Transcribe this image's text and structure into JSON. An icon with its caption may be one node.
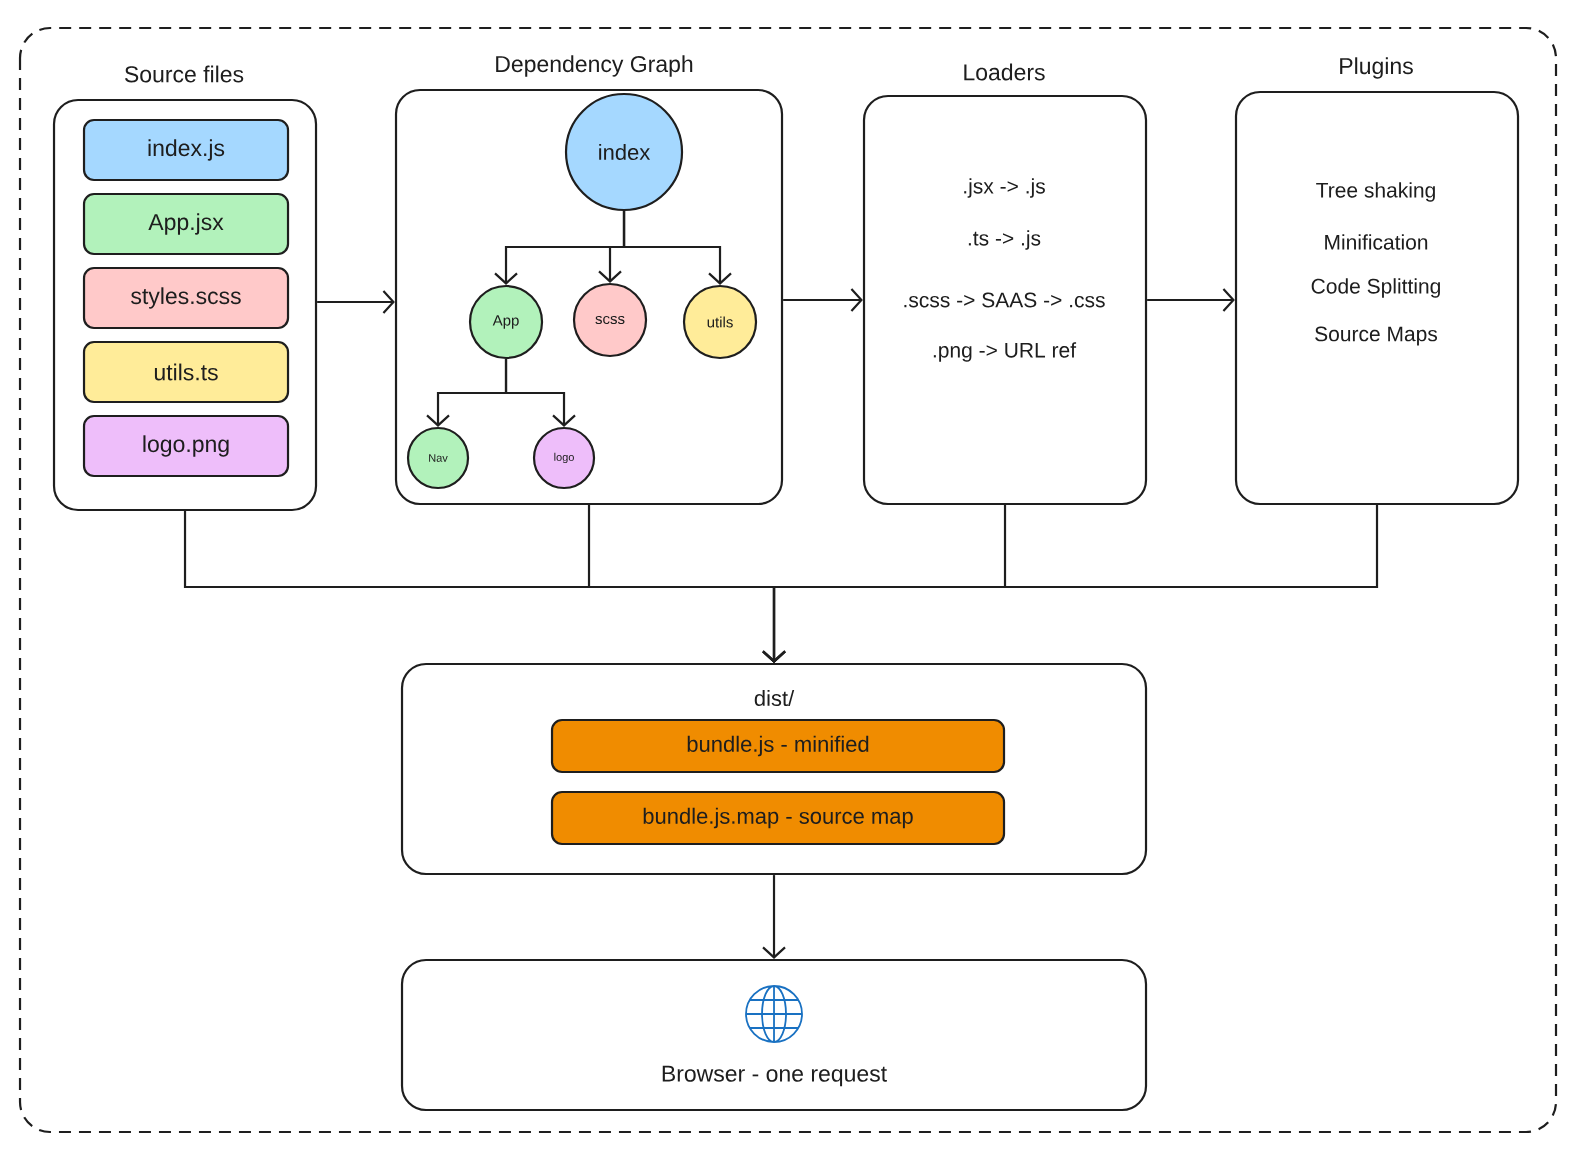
{
  "diagram": {
    "nodes": [
      {
        "text": [
          "Source files"
        ]
      },
      {
        "text": [
          "index.js"
        ],
        "in": 0
      },
      {
        "text": [
          "App.jsx"
        ],
        "in": 0
      },
      {
        "text": [
          "styles.scss"
        ],
        "in": 0
      },
      {
        "text": [
          "utils.ts"
        ],
        "in": 0
      },
      {
        "text": [
          "logo.png"
        ],
        "in": 0
      },
      {
        "text": [
          "Dependency Graph"
        ]
      },
      {
        "text": [
          "index"
        ],
        "in": 6
      },
      {
        "text": [
          "App"
        ],
        "in": 6
      },
      {
        "text": [
          "scss"
        ],
        "in": 6
      },
      {
        "text": [
          "utils"
        ],
        "in": 6
      },
      {
        "text": [
          "Nav"
        ],
        "in": 6
      },
      {
        "text": [
          "logo"
        ],
        "in": 6
      },
      {
        "text": [
          "Loaders",
          ".jsx -> .js",
          ".ts -> .js",
          ".scss -> SAAS -> .css",
          ".png -> URL ref"
        ]
      },
      {
        "text": [
          "Plugins",
          "Tree shaking",
          "Minification",
          "Code Splitting",
          "Source Maps"
        ]
      },
      {
        "text": [
          "dist/"
        ]
      },
      {
        "text": [
          "bundle.js - minified"
        ],
        "in": 15
      },
      {
        "text": [
          "bundle.js.map - source map"
        ],
        "in": 15
      },
      {
        "text": [
          "Browser - one request"
        ]
      }
    ],
    "edges": [
      {
        "from": 0,
        "to": 6,
        "arrow": "to"
      },
      {
        "from": 6,
        "to": 13,
        "arrow": "to"
      },
      {
        "from": 13,
        "to": 14,
        "arrow": "to"
      },
      {
        "from": 7,
        "to": 8,
        "arrow": "to"
      },
      {
        "from": 7,
        "to": 9,
        "arrow": "to"
      },
      {
        "from": 7,
        "to": 10,
        "arrow": "to"
      },
      {
        "from": 8,
        "to": 11,
        "arrow": "to"
      },
      {
        "from": 8,
        "to": 12,
        "arrow": "to"
      },
      {
        "from": 0,
        "to": 15,
        "arrow": "to"
      },
      {
        "from": 6,
        "to": 15,
        "arrow": "to"
      },
      {
        "from": 13,
        "to": 15,
        "arrow": "to"
      },
      {
        "from": 14,
        "to": 15,
        "arrow": "to"
      },
      {
        "from": 15,
        "to": 18,
        "arrow": "to"
      }
    ]
  }
}
